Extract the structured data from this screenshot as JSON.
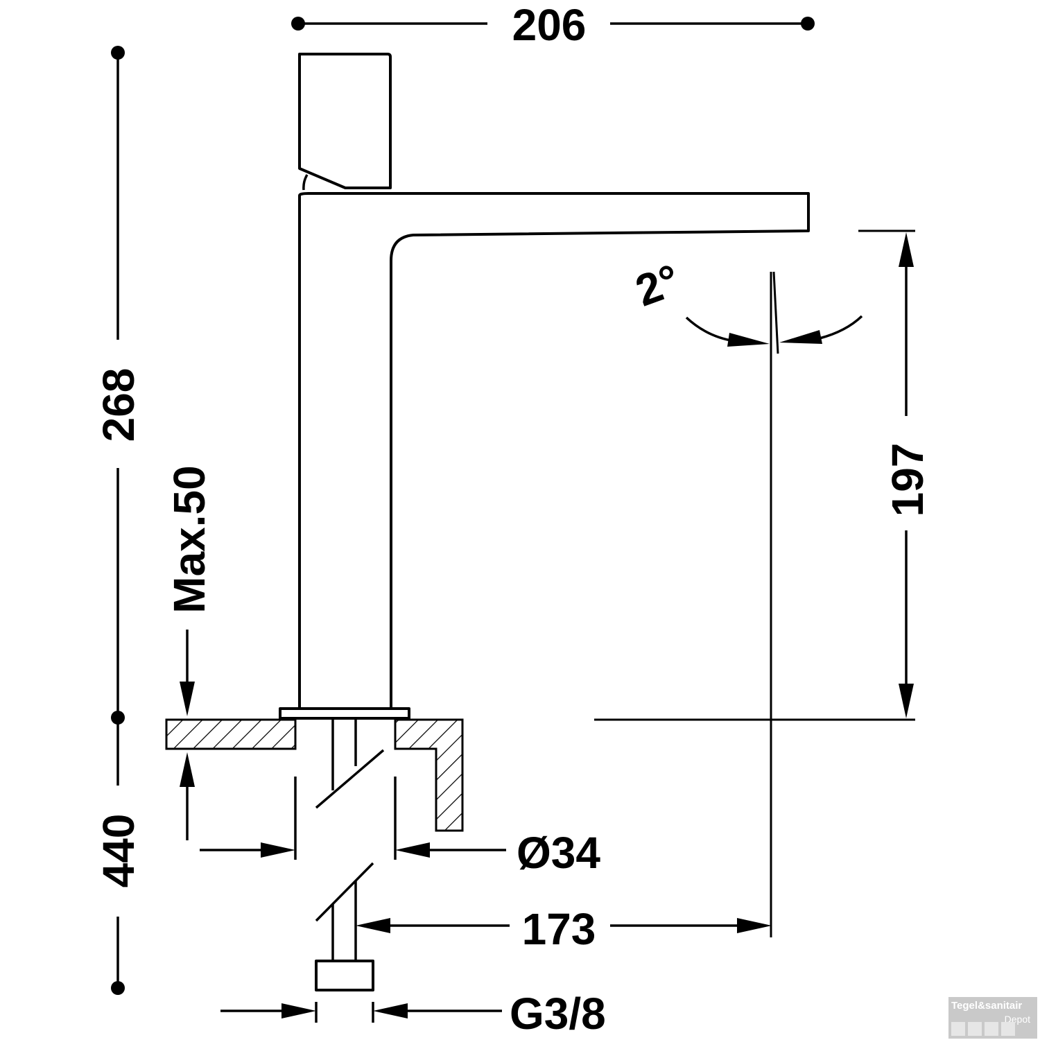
{
  "dimensions": {
    "total_width": "206",
    "total_height": "268",
    "below_deck_height": "440",
    "max_deck_thickness": "Max.50",
    "spout_height": "197",
    "spout_reach": "173",
    "hole_diameter": "Ø34",
    "connection_thread": "G3/8",
    "spout_angle": "2°"
  },
  "watermark": {
    "brand_line1": "Tegel&sanitair",
    "brand_line2": "Depot"
  }
}
